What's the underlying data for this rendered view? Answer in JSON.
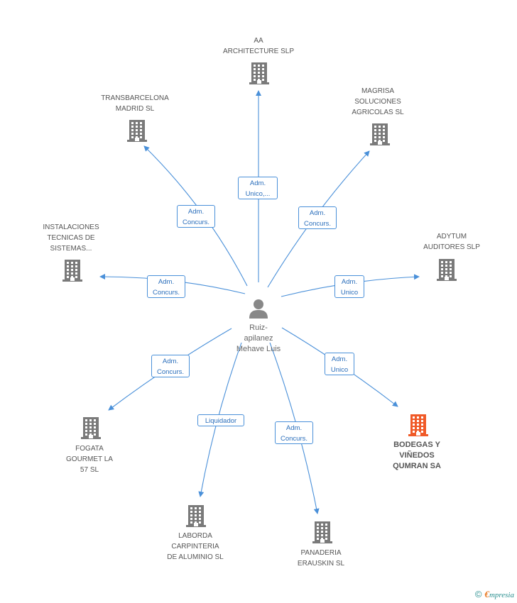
{
  "colors": {
    "edge": "#4a90d9",
    "building": "#7a7a7a",
    "focus_building": "#f05a28",
    "person": "#888888"
  },
  "person": {
    "label": "Ruiz-\napilanez\nMehave Luis",
    "icon": "person-icon"
  },
  "companies": [
    {
      "key": "aa",
      "label": "AA\nARCHITECTURE SLP",
      "icon": "building-icon",
      "role": "Adm.\nUnico,..."
    },
    {
      "key": "transbarcelona",
      "label": "TRANSBARCELONA\nMADRID SL",
      "icon": "building-icon",
      "role": "Adm.\nConcurs."
    },
    {
      "key": "magrisa",
      "label": "MAGRISA\nSOLUCIONES\nAGRICOLAS SL",
      "icon": "building-icon",
      "role": "Adm.\nConcurs."
    },
    {
      "key": "instalaciones",
      "label": "INSTALACIONES\nTECNICAS DE\nSISTEMAS...",
      "icon": "building-icon",
      "role": "Adm.\nConcurs."
    },
    {
      "key": "adytum",
      "label": "ADYTUM\nAUDITORES SLP",
      "icon": "building-icon",
      "role": "Adm.\nUnico"
    },
    {
      "key": "fogata",
      "label": "FOGATA\nGOURMET LA\n57 SL",
      "icon": "building-icon",
      "role": "Adm.\nConcurs."
    },
    {
      "key": "bodegas",
      "label": "BODEGAS Y\nVIÑEDOS\nQUMRAN SA",
      "icon": "building-icon",
      "role": "Adm.\nUnico",
      "focus": true
    },
    {
      "key": "laborda",
      "label": "LABORDA\nCARPINTERIA\nDE ALUMINIO SL",
      "icon": "building-icon",
      "role": "Liquidador"
    },
    {
      "key": "panaderia",
      "label": "PANADERIA\nERAUSKIN SL",
      "icon": "building-icon",
      "role": "Adm.\nConcurs."
    }
  ],
  "footer": {
    "copyright_symbol": "©",
    "brand_initial": "€",
    "brand_rest": "mpresia"
  }
}
